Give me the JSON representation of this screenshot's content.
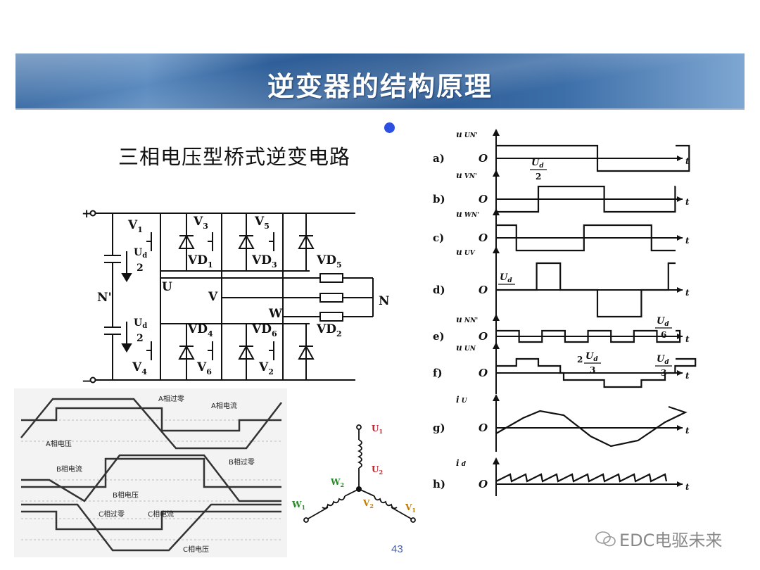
{
  "header": {
    "title": "逆变器的结构原理"
  },
  "circuit": {
    "title": "三相电压型桥式逆变电路",
    "plus": "+",
    "minus": "−",
    "n_prime": "N'",
    "n": "N",
    "u": "U",
    "v": "V",
    "w": "W",
    "ud2_top": "U",
    "ud2_top_sub": "d",
    "ud2_den": "2",
    "switches": [
      {
        "name": "V",
        "sub": "1"
      },
      {
        "name": "V",
        "sub": "3"
      },
      {
        "name": "V",
        "sub": "5"
      },
      {
        "name": "V",
        "sub": "4"
      },
      {
        "name": "V",
        "sub": "6"
      },
      {
        "name": "V",
        "sub": "2"
      }
    ],
    "diodes": [
      {
        "name": "VD",
        "sub": "1"
      },
      {
        "name": "VD",
        "sub": "3"
      },
      {
        "name": "VD",
        "sub": "5"
      },
      {
        "name": "VD",
        "sub": "4"
      },
      {
        "name": "VD",
        "sub": "6"
      },
      {
        "name": "VD",
        "sub": "2"
      }
    ]
  },
  "waveforms": {
    "rows": [
      {
        "tag": "a)",
        "y": "u",
        "ysub": "UN'"
      },
      {
        "tag": "b)",
        "y": "u",
        "ysub": "VN'"
      },
      {
        "tag": "c)",
        "y": "u",
        "ysub": "WN'"
      },
      {
        "tag": "d)",
        "y": "u",
        "ysub": "UV"
      },
      {
        "tag": "e)",
        "y": "u",
        "ysub": "NN'"
      },
      {
        "tag": "f)",
        "y": "u",
        "ysub": "UN"
      },
      {
        "tag": "g)",
        "y": "i",
        "ysub": "U"
      },
      {
        "tag": "h)",
        "y": "i",
        "ysub": "d"
      }
    ],
    "origin": "O",
    "t": "t",
    "ud_label": "U",
    "ud_sub": "d",
    "half": "2",
    "sixth": "6",
    "third": "3",
    "two_thirds": "2"
  },
  "phase_chart": {
    "labels": [
      "A相过零",
      "A相电流",
      "A相电压",
      "B相电流",
      "B相过零",
      "B相电压",
      "C相过零",
      "C相电流",
      "C相电压"
    ]
  },
  "star": {
    "u1": "U",
    "u1sub": "1",
    "u2": "U",
    "u2sub": "2",
    "v1": "V",
    "v1sub": "1",
    "v2": "V",
    "v2sub": "2",
    "w1": "W",
    "w1sub": "1",
    "w2": "W",
    "w2sub": "2"
  },
  "footer": {
    "page": "43",
    "watermark": "EDC电驱未来"
  },
  "colors": {
    "bullet": "#2b4fe0",
    "banner": "#2f5f99",
    "star_red": "#c0202a",
    "star_green": "#2a8a2a"
  }
}
